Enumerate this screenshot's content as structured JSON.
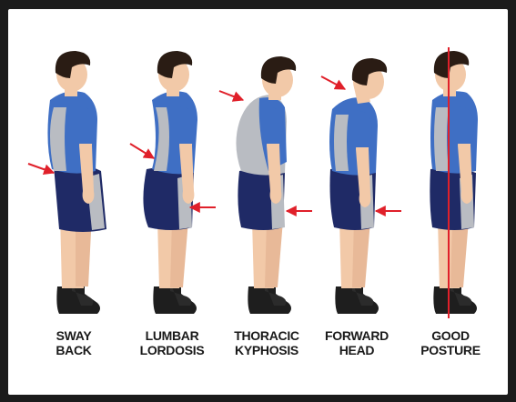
{
  "colors": {
    "shirt_blue": "#3f6fc4",
    "shirt_gray": "#b9bcc2",
    "shorts_navy": "#1f2a66",
    "skin": "#f2c9a8",
    "hair": "#2a1c14",
    "shoe": "#1e1e1e",
    "arrow": "#e0202a",
    "posture_line": "#e0202a"
  },
  "figures": [
    {
      "id": "sway-back",
      "line1": "SWAY",
      "line2": "BACK"
    },
    {
      "id": "lumbar-lordosis",
      "line1": "LUMBAR",
      "line2": "LORDOSIS"
    },
    {
      "id": "thoracic-kyphosis",
      "line1": "THORACIC",
      "line2": "KYPHOSIS"
    },
    {
      "id": "forward-head",
      "line1": "FORWARD",
      "line2": "HEAD"
    },
    {
      "id": "good-posture",
      "line1": "GOOD",
      "line2": "POSTURE"
    }
  ]
}
